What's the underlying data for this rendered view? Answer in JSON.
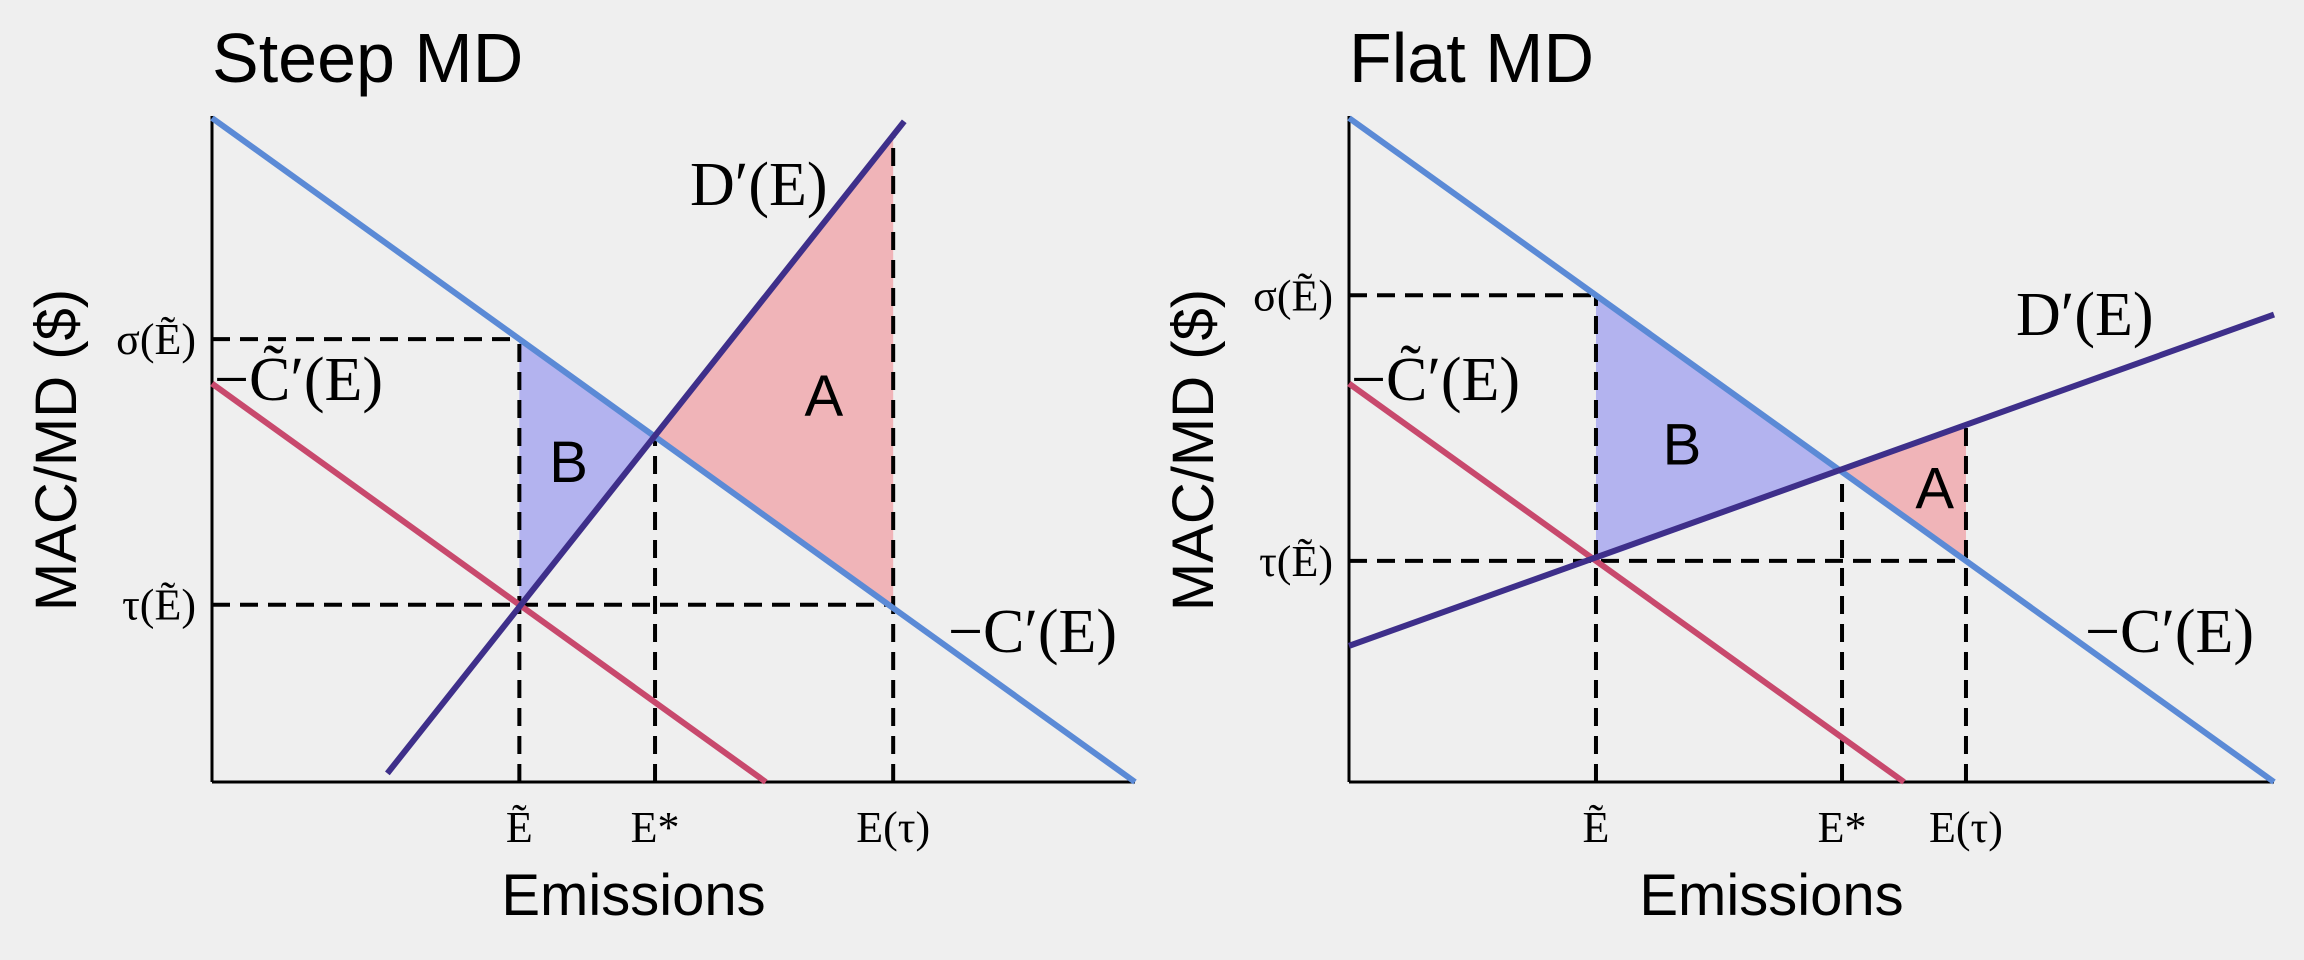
{
  "colors": {
    "background": "#efefef",
    "mac": "#5b8ad6",
    "mac_tilde": "#c8496d",
    "md": "#3e2f8a",
    "region_a": "#f0b4b8",
    "region_b": "#b3b3ef"
  },
  "chart_data": [
    {
      "type": "line",
      "title": "Steep MD",
      "xlabel": "Emissions",
      "ylabel": "MAC/MD ($)",
      "xlim": [
        0,
        100
      ],
      "ylim": [
        0,
        100
      ],
      "series": [
        {
          "name": "−C′(E)",
          "x": [
            0,
            100
          ],
          "y": [
            100,
            0
          ]
        },
        {
          "name": "−C̃′(E)",
          "x": [
            0,
            60
          ],
          "y": [
            60,
            0
          ]
        },
        {
          "name": "D′(E)",
          "x": [
            19,
            75
          ],
          "y": [
            1.3,
            99.5
          ]
        }
      ],
      "xticks": [
        {
          "label": "Ẽ",
          "x": 33.3
        },
        {
          "label": "E*",
          "x": 48
        },
        {
          "label": "E(τ)",
          "x": 73.8
        }
      ],
      "yticks": [
        {
          "label": "σ(Ẽ)",
          "y": 66.7
        },
        {
          "label": "τ(Ẽ)",
          "y": 26.7
        }
      ],
      "regions": [
        {
          "label": "A",
          "vertices": [
            [
              48,
              52
            ],
            [
              73.8,
              97.1
            ],
            [
              73.8,
              26.2
            ]
          ]
        },
        {
          "label": "B",
          "vertices": [
            [
              33.3,
              66.7
            ],
            [
              48,
              52
            ],
            [
              33.3,
              26.7
            ]
          ]
        }
      ],
      "curve_labels": {
        "mac": "−C′(E)",
        "mac_tilde": "−C̃′(E)",
        "md": "D′(E)"
      }
    },
    {
      "type": "line",
      "title": "Flat MD",
      "xlabel": "Emissions",
      "ylabel": "MAC/MD ($)",
      "xlim": [
        0,
        100
      ],
      "ylim": [
        0,
        100
      ],
      "series": [
        {
          "name": "−C′(E)",
          "x": [
            0,
            100
          ],
          "y": [
            100,
            0
          ]
        },
        {
          "name": "−C̃′(E)",
          "x": [
            0,
            60
          ],
          "y": [
            60,
            0
          ]
        },
        {
          "name": "D′(E)",
          "x": [
            0,
            100
          ],
          "y": [
            20.5,
            70.4
          ]
        }
      ],
      "xticks": [
        {
          "label": "Ẽ",
          "x": 26.7
        },
        {
          "label": "E*",
          "x": 53.3
        },
        {
          "label": "E(τ)",
          "x": 66.7
        }
      ],
      "yticks": [
        {
          "label": "σ(Ẽ)",
          "y": 73.3
        },
        {
          "label": "τ(Ẽ)",
          "y": 33.3
        }
      ],
      "regions": [
        {
          "label": "A",
          "vertices": [
            [
              53.3,
              46.7
            ],
            [
              66.7,
              53.4
            ],
            [
              66.7,
              33.3
            ]
          ]
        },
        {
          "label": "B",
          "vertices": [
            [
              26.7,
              73.3
            ],
            [
              53.3,
              46.7
            ],
            [
              26.7,
              33.3
            ]
          ]
        }
      ],
      "curve_labels": {
        "mac": "−C′(E)",
        "mac_tilde": "−C̃′(E)",
        "md": "D′(E)"
      }
    }
  ]
}
